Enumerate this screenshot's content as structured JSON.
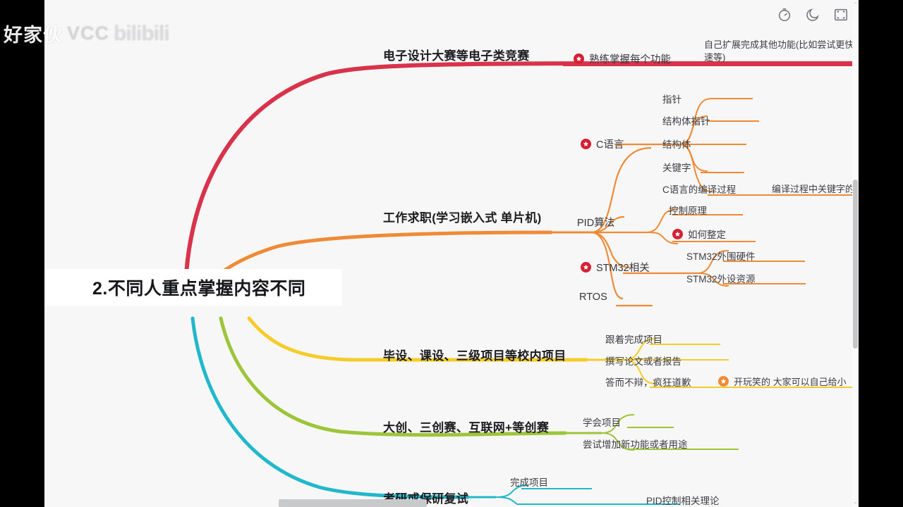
{
  "watermark": {
    "prefix": "好家伙",
    "suffix": "VCC",
    "logo": "bilibili"
  },
  "toolbar": {
    "timer_label": "timer",
    "dark_mode_label": "dark-mode",
    "fullscreen_label": "fullscreen"
  },
  "root": {
    "label": "2.不同人重点掌握内容不同"
  },
  "branches": [
    {
      "color": "#d8334a",
      "label": "电子设计大赛等电子类竞赛",
      "children": [
        {
          "label": "熟练掌握每个功能",
          "badge": "red"
        },
        {
          "label": "自己扩展完成其他功能(比如尝试更快速等)"
        }
      ]
    },
    {
      "color": "#ef8b37",
      "label": "工作求职(学习嵌入式 单片机)",
      "children": [
        {
          "label": "C语言",
          "badge": "red",
          "children": [
            "指针",
            "结构体指针",
            "结构体",
            "关键字",
            "C语言的编译过程"
          ]
        },
        {
          "label": "PID算法",
          "children": [
            "控制原理",
            "如何整定"
          ]
        },
        {
          "label": "STM32相关",
          "badge": "red",
          "children": [
            "STM32外围硬件",
            "STM32外设资源"
          ]
        },
        {
          "label": "RTOS"
        }
      ]
    },
    {
      "color": "#f5cc2a",
      "label": "毕设、课设、三级项目等校内项目",
      "children": [
        {
          "label": "跟着完成项目"
        },
        {
          "label": "撰写论文或者报告"
        },
        {
          "label": "答而不辩，疯狂道歉"
        }
      ]
    },
    {
      "color": "#9dc53a",
      "label": "大创、三创赛、互联网+等创赛",
      "children": [
        {
          "label": "学会项目"
        },
        {
          "label": "尝试增加新功能或者用途"
        }
      ]
    },
    {
      "color": "#22b8cc",
      "label": "考研或保研复试",
      "children": [
        {
          "label": "完成项目"
        },
        {
          "label": "PID控制相关理论"
        }
      ]
    }
  ],
  "nodes": {
    "n_dianzi": "电子设计大赛等电子类竞赛",
    "n_shulian": "熟练掌握每个功能",
    "n_zijikuozhan": "自己扩展完成其他功能(比如尝试更快速等)",
    "n_gongzuo": "工作求职(学习嵌入式 单片机)",
    "n_cyuyan": "C语言",
    "n_zhizhen": "指针",
    "n_jiegoutizhizhen": "结构体指针",
    "n_jiegouti": "结构体",
    "n_guanjianzi": "关键字",
    "n_bianyiguocheng": "C语言的编译过程",
    "n_bianyiguanjianzi": "编译过程中关键字的",
    "n_pid": "PID算法",
    "n_kongzhiyuanli": "控制原理",
    "n_ruhezhengding": "如何整定",
    "n_stm32": "STM32相关",
    "n_stm32waiwei": "STM32外围硬件",
    "n_stm32waishe": "STM32外设资源",
    "n_rtos": "RTOS",
    "n_bishe": "毕设、课设、三级项目等校内项目",
    "n_genzhe": "跟着完成项目",
    "n_zhuanxie": "撰写论文或者报告",
    "n_daerbubian": "答而不辩，疯狂道歉",
    "n_kaiwanxiao": "开玩笑的 大家可以自己给小",
    "n_dachuang": "大创、三创赛、互联网+等创赛",
    "n_xuehui": "学会项目",
    "n_changshi": "尝试增加新功能或者用途",
    "n_kaoyan": "考研或保研复试",
    "n_wanchengxiangmu": "完成项目",
    "n_pidlilun": "PID控制相关理论"
  },
  "scroll": {
    "vertical_arrow_up": "⌃",
    "vertical_arrow_down": "⌄"
  }
}
